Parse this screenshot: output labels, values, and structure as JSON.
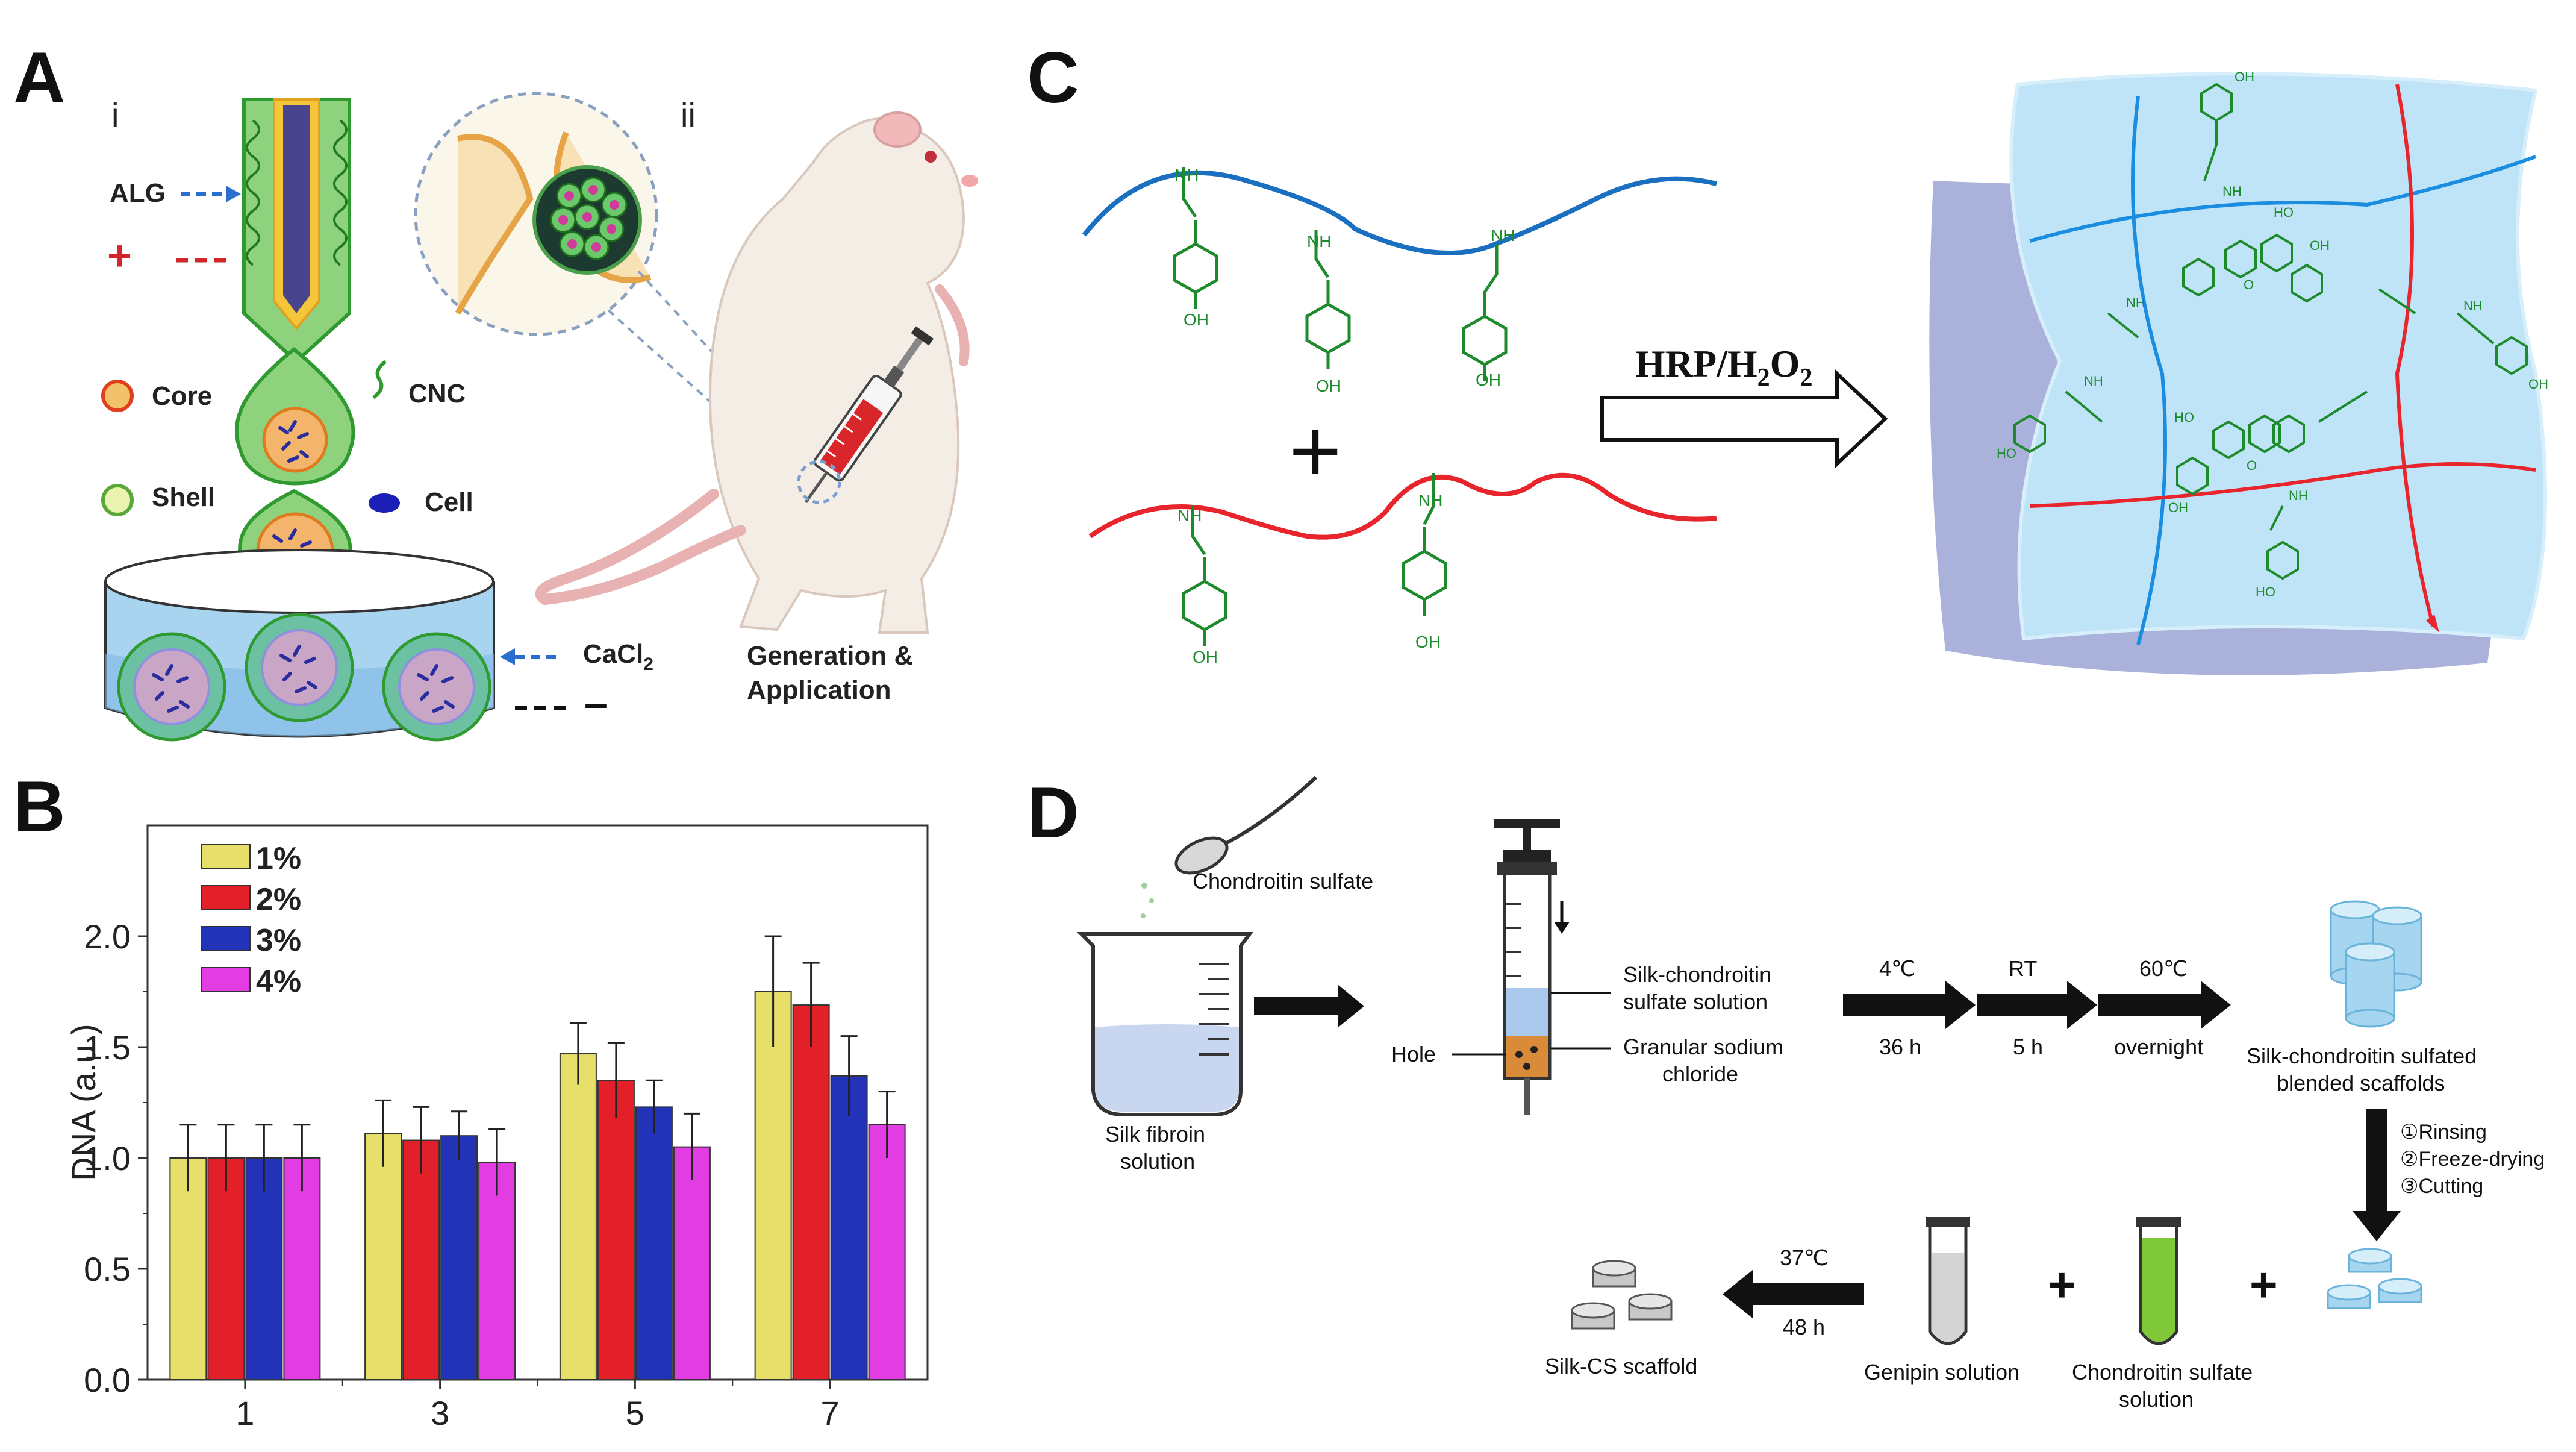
{
  "panels": {
    "A": {
      "letter": "A",
      "sub_i": "i",
      "sub_ii": "ii",
      "labels": {
        "alg": "ALG",
        "plus": "+",
        "core": "Core",
        "cnc": "CNC",
        "shell": "Shell",
        "cell": "Cell",
        "cacl2": "CaCl",
        "cacl2_sub": "2",
        "minus": "–",
        "generation_line1": "Generation &",
        "generation_line2": "Application"
      },
      "icons": [
        "syringe-icon",
        "rat-icon",
        "capsule-icon",
        "joint-icon"
      ],
      "colors": {
        "green": "#35b33c",
        "blue_cells": "#2a2d9e",
        "red": "#d3262b",
        "dish": "#a8d4ef"
      }
    },
    "B": {
      "letter": "B"
    },
    "C": {
      "letter": "C",
      "arrow_label": "HRP/H",
      "arrow_label_sub1": "2",
      "arrow_label_mid": "O",
      "arrow_label_sub2": "2",
      "plus": "+",
      "chem_labels": {
        "oh": "OH",
        "nh": "NH",
        "ho": "HO",
        "o": "O"
      },
      "colors": {
        "blue_chain": "#1a6fc0",
        "red_chain": "#e8242d",
        "green_mol": "#1d8a2b",
        "gel": "#bfe3f7"
      }
    },
    "D": {
      "letter": "D",
      "labels": {
        "chondroitin": "Chondroitin sulfate",
        "silk_fibroin_1": "Silk fibroin",
        "silk_fibroin_2": "solution",
        "hole": "Hole",
        "silk_cs_sol_1": "Silk-chondroitin",
        "silk_cs_sol_2": "sulfate solution",
        "granular_1": "Granular sodium",
        "granular_2": "chloride",
        "step1_top": "4℃",
        "step1_bottom": "36 h",
        "step2_top": "RT",
        "step2_bottom": "5 h",
        "step3_top": "60℃",
        "step3_bottom": "overnight",
        "blended_1": "Silk-chondroitin sulfated",
        "blended_2": "blended scaffolds",
        "rinsing": "①Rinsing",
        "freeze": "②Freeze-drying",
        "cutting": "③Cutting",
        "step4_top": "37℃",
        "step4_bottom": "48 h",
        "silk_cs_scaffold": "Silk-CS scaffold",
        "genipin": "Genipin solution",
        "cs_solution_1": "Chondroitin sulfate",
        "cs_solution_2": "solution",
        "plus1": "+",
        "plus2": "+"
      },
      "icons": [
        "spoon-icon",
        "beaker-icon",
        "syringe-icon",
        "scaffold-cylinders-icon",
        "test-tube-icon",
        "disc-icon"
      ]
    }
  },
  "chart_data": {
    "type": "bar",
    "categories": [
      "1",
      "3",
      "5",
      "7"
    ],
    "ylabel": "DNA (a.u.)",
    "xlabel": "",
    "ylim": [
      0,
      2.5
    ],
    "yticks": [
      0.0,
      0.5,
      1.0,
      1.5,
      2.0
    ],
    "ytick_labels": [
      "0.0",
      "0.5",
      "1.0",
      "1.5",
      "2.0"
    ],
    "legend_position": "top-left",
    "grid": false,
    "series": [
      {
        "name": "1%",
        "color": "#e6e06a",
        "values": [
          1.0,
          1.11,
          1.47,
          1.75
        ],
        "errors": [
          0.15,
          0.15,
          0.14,
          0.25
        ]
      },
      {
        "name": "2%",
        "color": "#e3202a",
        "values": [
          1.0,
          1.08,
          1.35,
          1.69
        ],
        "errors": [
          0.15,
          0.15,
          0.17,
          0.19
        ]
      },
      {
        "name": "3%",
        "color": "#2233b8",
        "values": [
          1.0,
          1.1,
          1.23,
          1.37
        ],
        "errors": [
          0.15,
          0.11,
          0.12,
          0.18
        ]
      },
      {
        "name": "4%",
        "color": "#e23ce3",
        "values": [
          1.0,
          0.98,
          1.05,
          1.15
        ],
        "errors": [
          0.15,
          0.15,
          0.15,
          0.15
        ]
      }
    ]
  }
}
